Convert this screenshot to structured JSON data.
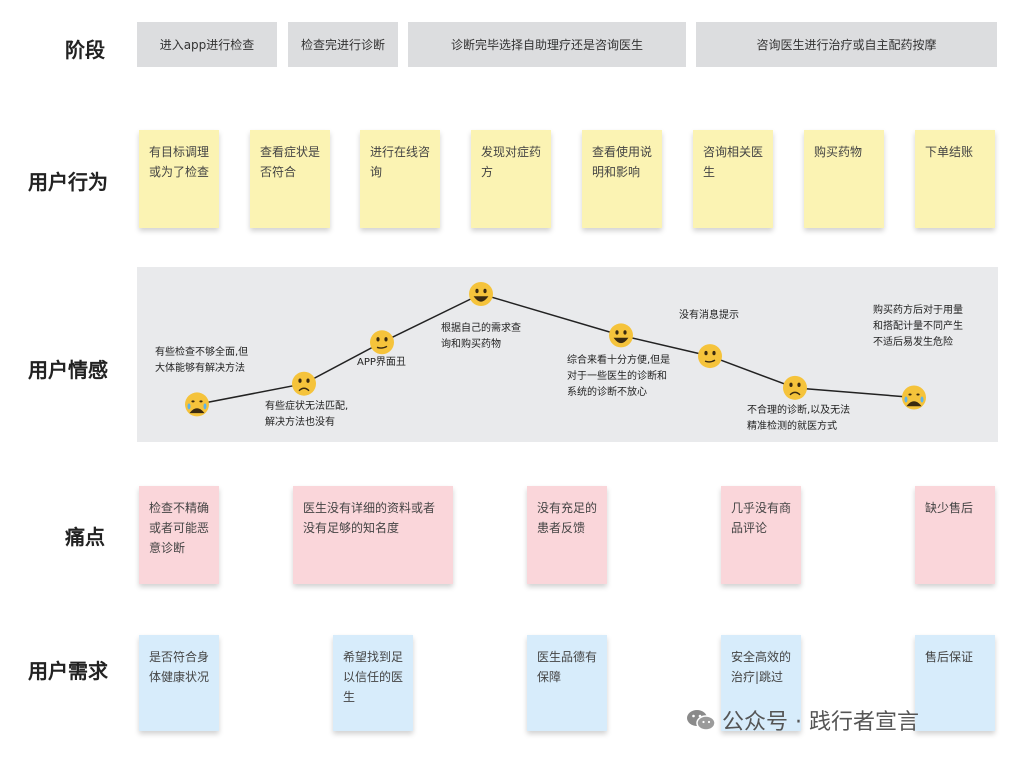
{
  "rows": {
    "stage": "阶段",
    "behavior": "用户行为",
    "emotion": "用户情感",
    "pain": "痛点",
    "needs": "用户需求"
  },
  "stages": [
    "进入app进行检查",
    "检查完进行诊断",
    "诊断完毕选择自助理疗还是咨询医生",
    "咨询医生进行治疗或自主配药按摩"
  ],
  "behaviors": [
    "有目标调理或为了检查",
    "查看症状是否符合",
    "进行在线咨询",
    "发现对症药方",
    "查看使用说明和影响",
    "咨询相关医生",
    "购买药物",
    "下单结账"
  ],
  "emotion_points": [
    {
      "face": "cry",
      "level": 2,
      "note": "有些检查不够全面,但\n大体能够有解决方法"
    },
    {
      "face": "sad",
      "level": 3.5,
      "note": "有些症状无法匹配,\n解决方法也没有"
    },
    {
      "face": "neutral",
      "level": 6.5,
      "note": "APP界面丑"
    },
    {
      "face": "happy",
      "level": 10,
      "note": "根据自己的需求查\n询和购买药物"
    },
    {
      "face": "happy",
      "level": 7,
      "note": "综合来看十分方便,但是\n对于一些医生的诊断和\n系统的诊断不放心"
    },
    {
      "face": "neutral",
      "level": 5.5,
      "note": "没有消息提示"
    },
    {
      "face": "sad",
      "level": 3.2,
      "note": "不合理的诊断,以及无法\n精准检测的就医方式"
    },
    {
      "face": "cry",
      "level": 2.5,
      "note": "购买药方后对于用量\n和搭配计量不同产生\n不适后易发生危险"
    }
  ],
  "pains": [
    "检查不精确或者可能恶意诊断",
    "医生没有详细的资料或者没有足够的知名度",
    "没有充足的患者反馈",
    "几乎没有商品评论",
    "缺少售后"
  ],
  "needs": [
    "是否符合身体健康状况",
    "希望找到足以信任的医生",
    "医生品德有保障",
    "安全高效的治疗|跳过",
    "售后保证"
  ],
  "watermark": "公众号 · 践行者宣言",
  "colors": {
    "stage": "#dcdddf",
    "behavior": "#fbf3b3",
    "pain": "#fad6da",
    "need": "#d7ecfb",
    "emotion_bg": "#e9eaec",
    "face": "#f5c33b"
  }
}
